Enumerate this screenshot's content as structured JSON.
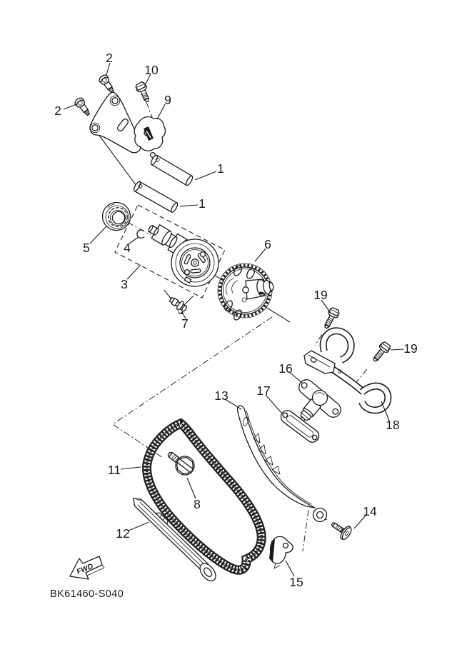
{
  "colors": {
    "ink": "#1a1a1a",
    "background": "#ffffff"
  },
  "diagram": {
    "drawing_code": "BK61460-S040",
    "fwd_label": "FWD",
    "callouts": [
      {
        "label": "1"
      },
      {
        "label": "1"
      },
      {
        "label": "2"
      },
      {
        "label": "2"
      },
      {
        "label": "3"
      },
      {
        "label": "4"
      },
      {
        "label": "5"
      },
      {
        "label": "6"
      },
      {
        "label": "7"
      },
      {
        "label": "8"
      },
      {
        "label": "9"
      },
      {
        "label": "10"
      },
      {
        "label": "11"
      },
      {
        "label": "12"
      },
      {
        "label": "13"
      },
      {
        "label": "14"
      },
      {
        "label": "15"
      },
      {
        "label": "16"
      },
      {
        "label": "17"
      },
      {
        "label": "18"
      },
      {
        "label": "19"
      },
      {
        "label": "19"
      }
    ]
  }
}
